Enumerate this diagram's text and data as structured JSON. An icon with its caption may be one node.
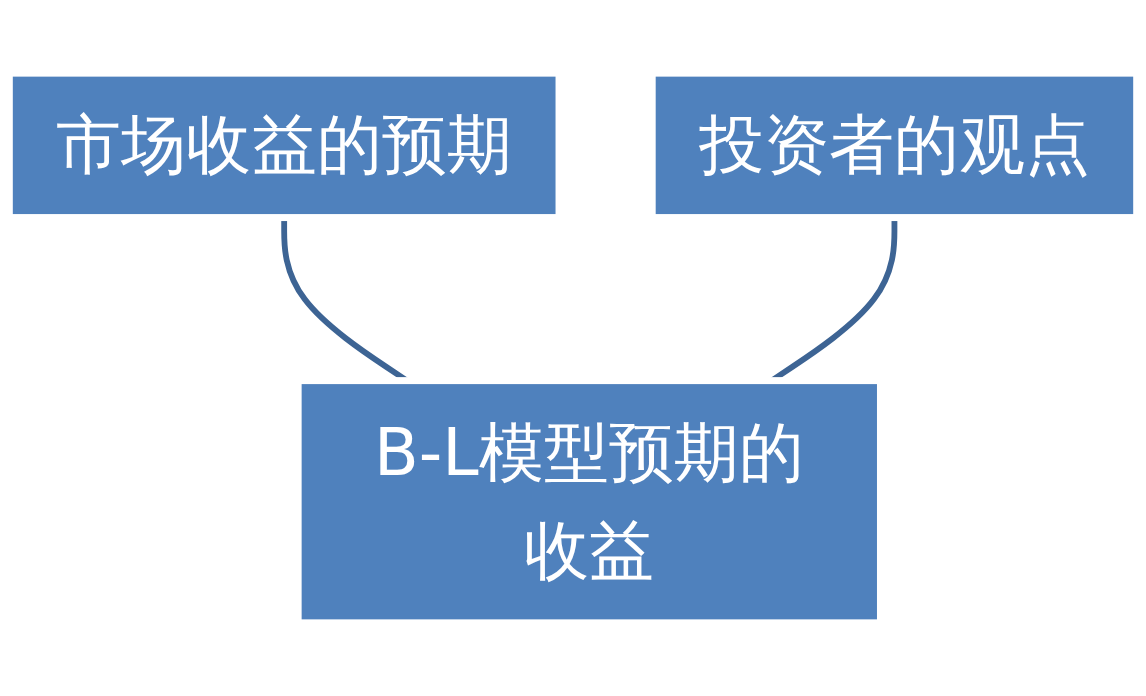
{
  "diagram": {
    "nodes": [
      {
        "text": [
          "市场收益的预期"
        ]
      },
      {
        "text": [
          "投资者的观点"
        ]
      },
      {
        "text": [
          "B-L模型预期的收益"
        ]
      }
    ],
    "edges": [
      {
        "from": 0,
        "to": 2,
        "arrow": "none"
      },
      {
        "from": 1,
        "to": 2,
        "arrow": "none"
      }
    ]
  }
}
